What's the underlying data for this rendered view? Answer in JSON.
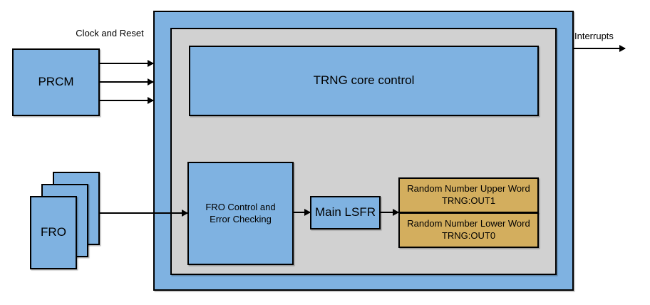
{
  "labels": {
    "clock_and_reset": "Clock and Reset",
    "interrupts": "Interrupts"
  },
  "blocks": {
    "prcm": {
      "label": "PRCM"
    },
    "fro": {
      "label": "FRO"
    },
    "trng_core_control": {
      "label": "TRNG core control"
    },
    "fro_control": {
      "line1": "FRO Control and",
      "line2": "Error Checking"
    },
    "main_lsfr": {
      "label": "Main LSFR"
    },
    "random_upper": {
      "line1": "Random Number Upper Word",
      "line2": "TRNG:OUT1"
    },
    "random_lower": {
      "line1": "Random Number Lower Word",
      "line2": "TRNG:OUT0"
    }
  },
  "colors": {
    "block_blue": "#7fb2e1",
    "panel_gray": "#d1d1d1",
    "register_tan": "#d3ae5e",
    "line_black": "#000000",
    "background": "#ffffff"
  }
}
